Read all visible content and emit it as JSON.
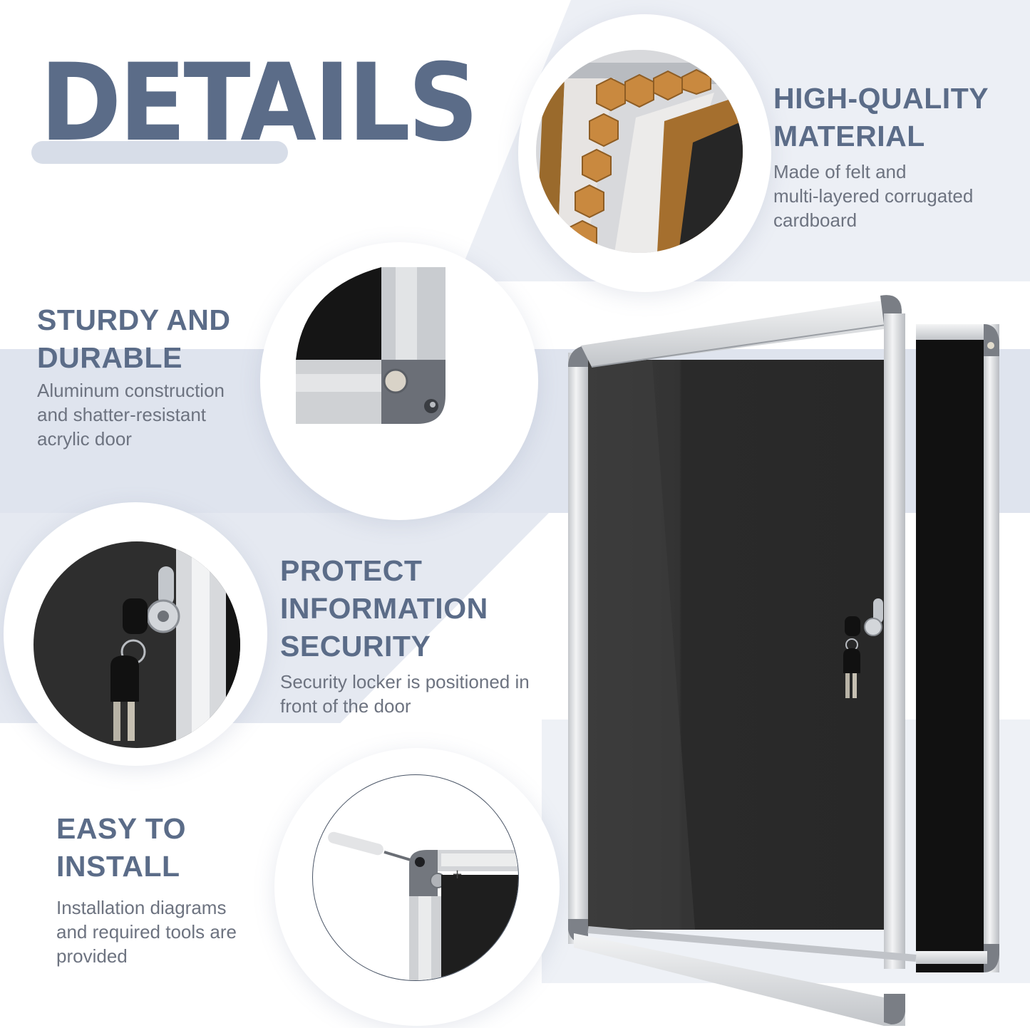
{
  "header": {
    "title": "DETAILS"
  },
  "features": [
    {
      "id": "high-quality-material",
      "title_lines": [
        "HIGH-QUALITY",
        "MATERIAL"
      ],
      "description_lines": [
        "Made of felt and",
        "multi-layered corrugated",
        "cardboard"
      ],
      "image": "corrugated-layers-cross-section"
    },
    {
      "id": "sturdy-and-durable",
      "title_lines": [
        "STURDY AND",
        "DURABLE"
      ],
      "description_lines": [
        "Aluminum construction",
        "and shatter-resistant",
        "acrylic door"
      ],
      "image": "aluminum-frame-corner-with-magnet"
    },
    {
      "id": "protect-information-security",
      "title_lines": [
        "PROTECT",
        "INFORMATION",
        "SECURITY"
      ],
      "description_lines": [
        "Security locker is positioned in",
        "front of the door"
      ],
      "image": "cam-lock-with-keys"
    },
    {
      "id": "easy-to-install",
      "title_lines": [
        "EASY TO",
        "INSTALL"
      ],
      "description_lines": [
        "Installation diagrams",
        "and required tools are",
        "provided"
      ],
      "image": "wall-anchor-and-screw-at-frame-corner"
    }
  ],
  "product": {
    "name": "enclosed-felt-bulletin-board-open-door",
    "felt_color": "#2b2b2b",
    "frame_color": "#d9dbde"
  },
  "colors": {
    "heading": "#5b6c88",
    "body_text": "#6d7380",
    "accent_band": "#dfe4ee",
    "title_underbar": "#d7dde8"
  }
}
